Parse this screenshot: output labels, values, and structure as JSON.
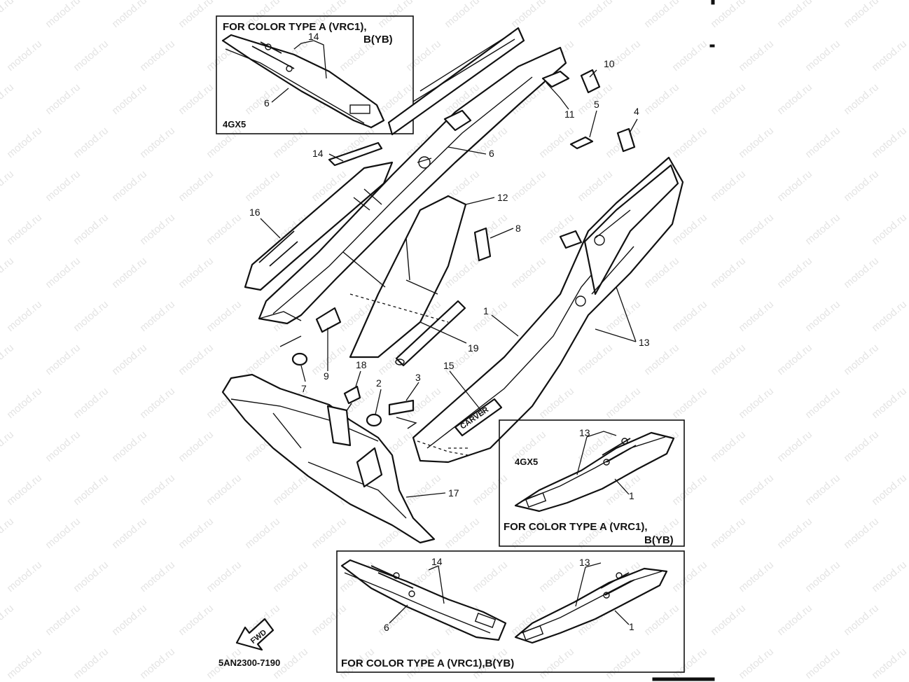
{
  "watermark": "motod.ru",
  "drawing_code": "5AN2300-7190",
  "fwd_label": "FWD",
  "callouts": {
    "c1": "1",
    "c2": "2",
    "c3": "3",
    "c4": "4",
    "c5": "5",
    "c6": "6",
    "c7": "7",
    "c8": "8",
    "c9": "9",
    "c10": "10",
    "c11": "11",
    "c12": "12",
    "c13": "13",
    "c14": "14",
    "c15": "15",
    "c16": "16",
    "c17": "17",
    "c18": "18",
    "c19": "19"
  },
  "inset_top_left": {
    "line1": "FOR COLOR TYPE A (VRC1),",
    "line2": "B(YB)",
    "model": "4GX5",
    "label_a": "14",
    "label_b": "6"
  },
  "inset_right": {
    "line1": "FOR COLOR TYPE A (VRC1),",
    "line2": "B(YB)",
    "model": "4GX5",
    "label_a": "13",
    "label_b": "1"
  },
  "inset_bottom": {
    "caption": "FOR COLOR TYPE A (VRC1),B(YB)",
    "left_a": "14",
    "left_b": "6",
    "right_a": "13",
    "right_b": "1"
  },
  "emblem_text": "CARVER"
}
